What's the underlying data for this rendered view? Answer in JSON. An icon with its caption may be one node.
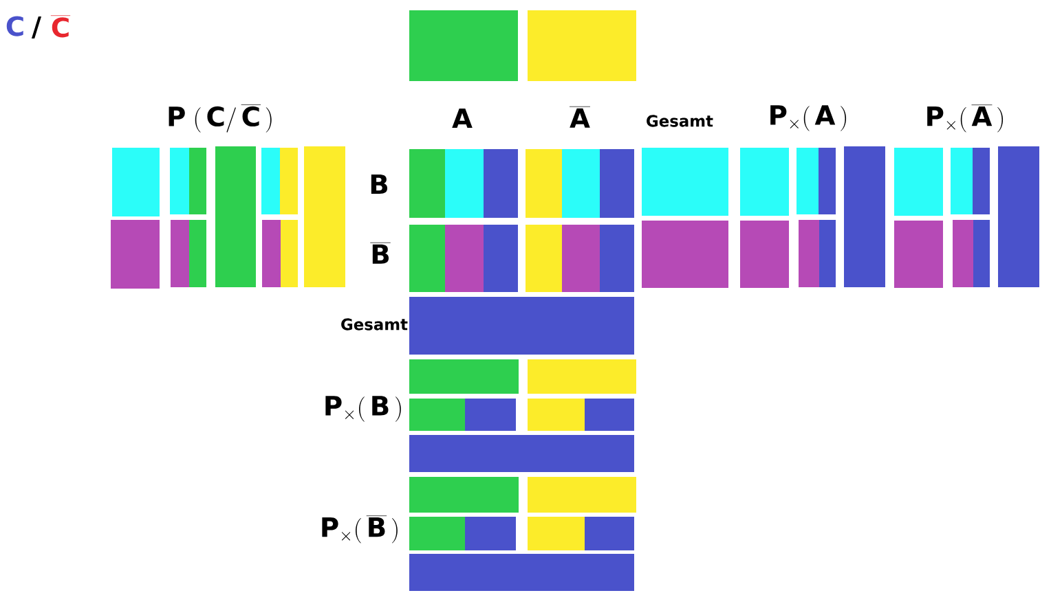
{
  "diagram": {
    "labels": [
      "C",
      "/",
      "\\mathbf{\\overline{C}}",
      "\\mathbf{P\\;(\\,C/\\,\\overline{C}\\,)}",
      "A",
      "\\mathbf{\\overline{A}}",
      "Gesamt",
      "\\mathbf{P_{\\times}(\\,A\\,)}",
      "\\mathbf{P_{\\times}(\\,\\overline{A}\\,)}",
      "B",
      "\\mathbf{\\overline{B}}",
      "Gesamt",
      "\\mathbf{P_{\\times}(\\,B\\,)}",
      "\\mathbf{P_{\\times}(\\,\\overline{B}\\,)}"
    ]
  }
}
